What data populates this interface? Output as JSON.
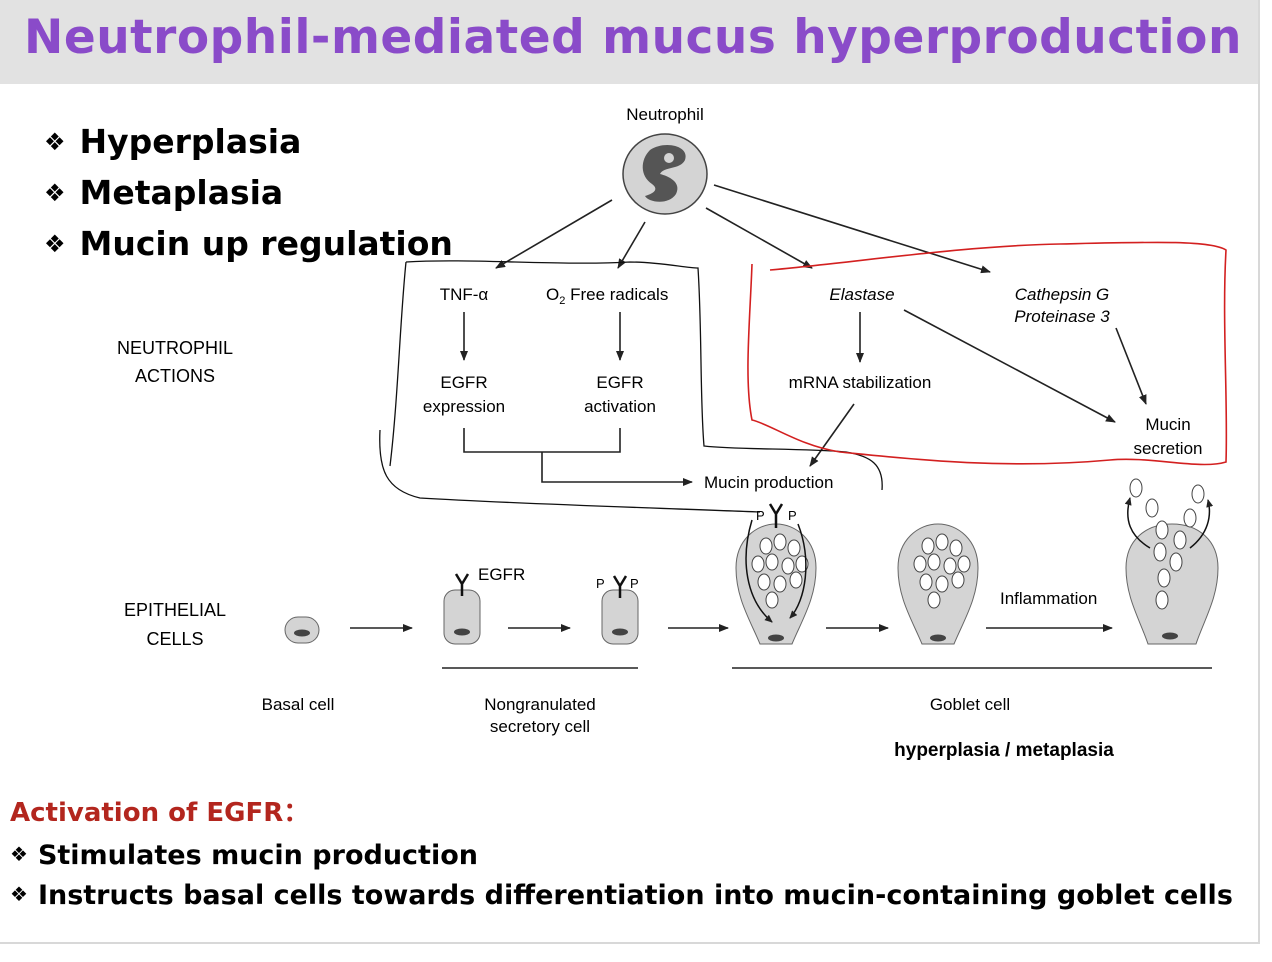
{
  "title": "Neutrophil-mediated mucus hyperproduction",
  "bullet_symbol": "❖",
  "top_bullets": [
    "Hyperplasia",
    "Metaplasia",
    "Mucin up regulation"
  ],
  "diagram": {
    "neutrophil_label": "Neutrophil",
    "section_neutrophil_actions": [
      "NEUTROPHIL",
      "ACTIONS"
    ],
    "section_epithelial_cells": [
      "EPITHELIAL",
      "CELLS"
    ],
    "tnf": "TNF-α",
    "o2_prefix": "O",
    "o2_sub": "2",
    "o2_suffix": " Free radicals",
    "egfr_expression": [
      "EGFR",
      "expression"
    ],
    "egfr_activation": [
      "EGFR",
      "activation"
    ],
    "mucin_production": "Mucin production",
    "elastase": "Elastase",
    "cathepsin": [
      "Cathepsin G",
      "Proteinase 3"
    ],
    "mrna": "mRNA stabilization",
    "mucin_secretion": [
      "Mucin",
      "secretion"
    ],
    "egfr_receptor": "EGFR",
    "phospho": "P",
    "inflammation": "Inflammation",
    "basal_cell": "Basal cell",
    "nongranulated": [
      "Nongranulated",
      "secretory cell"
    ],
    "goblet_cell": "Goblet cell",
    "hyperplasia_metaplasia": "hyperplasia / metaplasia"
  },
  "activation_heading": "Activation of EGFR：",
  "bottom_bullets": [
    "Stimulates mucin production",
    "Instructs basal cells towards differentiation into mucin-containing goblet cells"
  ],
  "colors": {
    "title": "#8a4bc9",
    "activation": "#b3261e",
    "annotation_red": "#d32020",
    "cell_fill": "#d6d6d6"
  }
}
